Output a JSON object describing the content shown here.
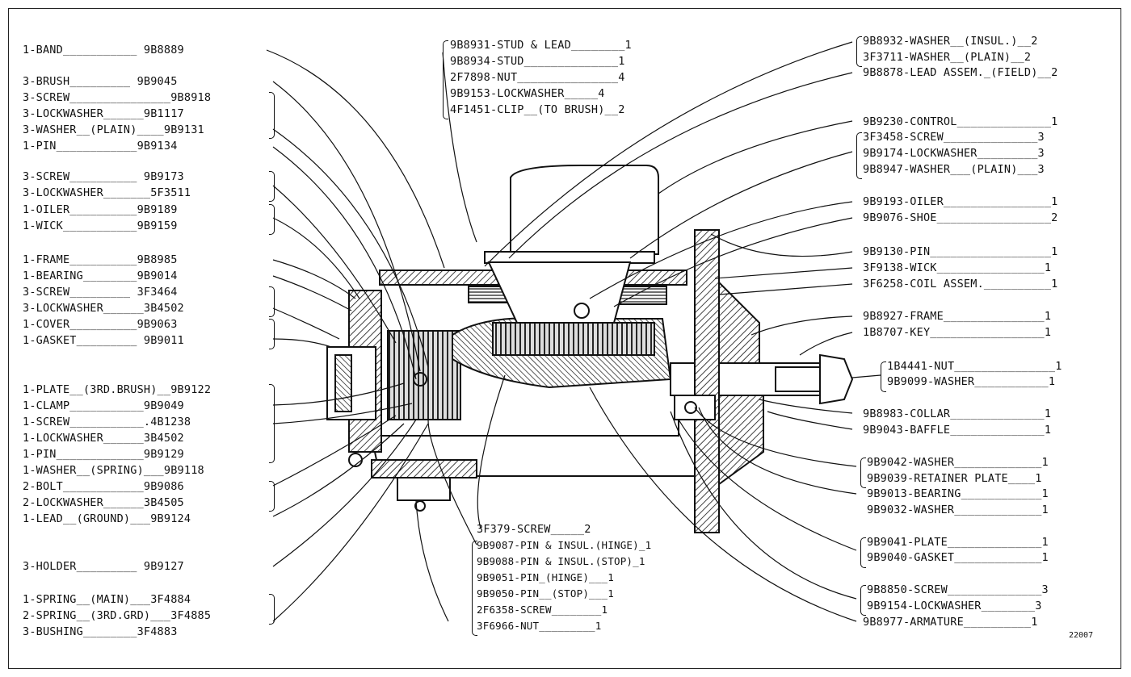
{
  "left_labels": [
    "1-BAND___________ 9B8889",
    "3-BRUSH_________ 9B9045",
    "3-SCREW_______________9B8918",
    "3-LOCKWASHER______9B1117",
    "3-WASHER__(PLAIN)____9B9131",
    "1-PIN____________9B9134",
    "3-SCREW__________ 9B9173",
    "3-LOCKWASHER_______5F3511",
    "1-OILER__________9B9189",
    "1-WICK___________9B9159",
    "1-FRAME__________9B8985",
    "1-BEARING________9B9014",
    "3-SCREW_________ 3F3464",
    "3-LOCKWASHER______3B4502",
    "1-COVER__________9B9063",
    "1-GASKET_________ 9B9011",
    "1-PLATE__(3RD.BRUSH)__9B9122",
    "1-CLAMP___________9B9049",
    "1-SCREW___________.4B1238",
    "1-LOCKWASHER______3B4502",
    "1-PIN_____________9B9129",
    "1-WASHER__(SPRING)___9B9118",
    "2-BOLT____________9B9086",
    "2-LOCKWASHER______3B4505",
    "1-LEAD__(GROUND)___9B9124",
    "3-HOLDER_________ 9B9127",
    "1-SPRING__(MAIN)___3F4884",
    "2-SPRING__(3RD.GRD)___3F4885",
    "3-BUSHING________3F4883"
  ],
  "top_labels": [
    "9B8931-STUD & LEAD________1",
    "9B8934-STUD______________1",
    "2F7898-NUT_______________4",
    "9B9153-LOCKWASHER_____4",
    "4F1451-CLIP__(TO BRUSH)__2"
  ],
  "bottom_labels": [
    "3F379-SCREW_____2",
    "9B9087-PIN & INSUL.(HINGE)_1",
    "9B9088-PIN & INSUL.(STOP)_1",
    "9B9051-PIN_(HINGE)___1",
    "9B9050-PIN__(STOP)___1",
    "2F6358-SCREW________1",
    "3F6966-NUT_________1"
  ],
  "right_labels": [
    "9B8932-WASHER__(INSUL.)__2",
    "3F3711-WASHER__(PLAIN)__2",
    "9B8878-LEAD ASSEM._(FIELD)__2",
    "9B9230-CONTROL______________1",
    "3F3458-SCREW______________3",
    "9B9174-LOCKWASHER_________3",
    "9B8947-WASHER___(PLAIN)___3",
    "9B9193-OILER________________1",
    "9B9076-SHOE_________________2",
    "9B9130-PIN__________________1",
    "3F9138-WICK________________1",
    "3F6258-COIL ASSEM.__________1",
    "9B8927-FRAME_______________1",
    "1B8707-KEY_________________1",
    "1B4441-NUT_______________1",
    "9B9099-WASHER___________1",
    "9B8983-COLLAR______________1",
    "9B9043-BAFFLE______________1",
    "9B9042-WASHER_____________1",
    "9B9039-RETAINER PLATE____1",
    "9B9013-BEARING____________1",
    "9B9032-WASHER_____________1",
    "9B9041-PLATE______________1",
    "9B9040-GASKET_____________1",
    "9B8850-SCREW______________3",
    "9B9154-LOCKWASHER________3",
    "9B8977-ARMATURE__________1"
  ],
  "drawing_code": "22007"
}
